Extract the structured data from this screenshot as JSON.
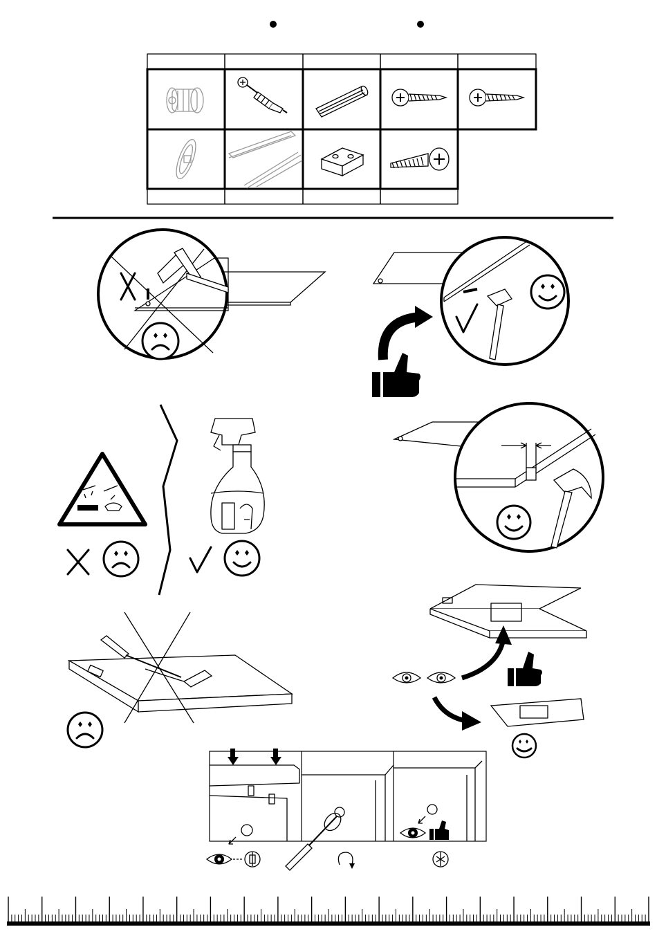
{
  "page": {
    "background": "#ffffff",
    "ink": "#000000"
  },
  "header": {
    "bullet_icons": [
      "dot-icon",
      "dot-icon"
    ]
  },
  "hardware_table": {
    "row1": [
      {
        "icon": "cam-lock-icon"
      },
      {
        "icon": "cam-bolt-icon"
      },
      {
        "icon": "wooden-dowel-icon"
      },
      {
        "icon": "short-screw-icon"
      },
      {
        "icon": "short-screw-icon"
      }
    ],
    "row2": [
      {
        "icon": "gear-wheel-icon"
      },
      {
        "icon": "drawer-runner-icon"
      },
      {
        "icon": "block-icon"
      },
      {
        "icon": "long-screw-icon"
      }
    ],
    "label_cells_top": [
      "",
      "",
      "",
      "",
      ""
    ],
    "label_cells_bottom": [
      "",
      "",
      "",
      ""
    ]
  },
  "instructions": [
    {
      "name": "no-hammer-on-board",
      "verdict": "bad",
      "icons": [
        "hammer-icon",
        "cross-mark-icon",
        "sad-face-icon"
      ]
    },
    {
      "name": "hammer-dowel-into-edge",
      "verdict": "good",
      "icons": [
        "hammer-icon",
        "check-mark-icon",
        "happy-face-icon",
        "thumbs-up-icon",
        "curved-arrow-icon"
      ]
    },
    {
      "name": "no-corrosive-cleaners",
      "verdict": "bad",
      "icons": [
        "corrosive-warning-icon",
        "cross-mark-icon",
        "sad-face-icon"
      ]
    },
    {
      "name": "use-spray-cleaner",
      "verdict": "good",
      "icons": [
        "spray-bottle-icon",
        "check-mark-icon",
        "happy-face-icon"
      ]
    },
    {
      "name": "leave-gap-for-dowel",
      "verdict": "good",
      "icons": [
        "dimension-gap-icon",
        "hammer-icon",
        "happy-face-icon"
      ]
    },
    {
      "name": "no-sharp-tools-on-box",
      "verdict": "bad",
      "icons": [
        "screwdriver-icon",
        "utility-knife-icon",
        "sad-face-icon"
      ]
    },
    {
      "name": "check-contents-and-manual",
      "verdict": "good",
      "icons": [
        "eye-icon",
        "eye-icon",
        "thumbs-up-icon",
        "happy-face-icon"
      ]
    },
    {
      "name": "cam-lock-tightening-steps",
      "verdict": "good",
      "icons": [
        "eye-icon",
        "cam-arrow-icon",
        "rotate-clockwise-icon",
        "screwdriver-icon",
        "thumbs-up-icon"
      ]
    }
  ],
  "ruler": {
    "major_ticks": 19,
    "minor_per_major": 10
  }
}
